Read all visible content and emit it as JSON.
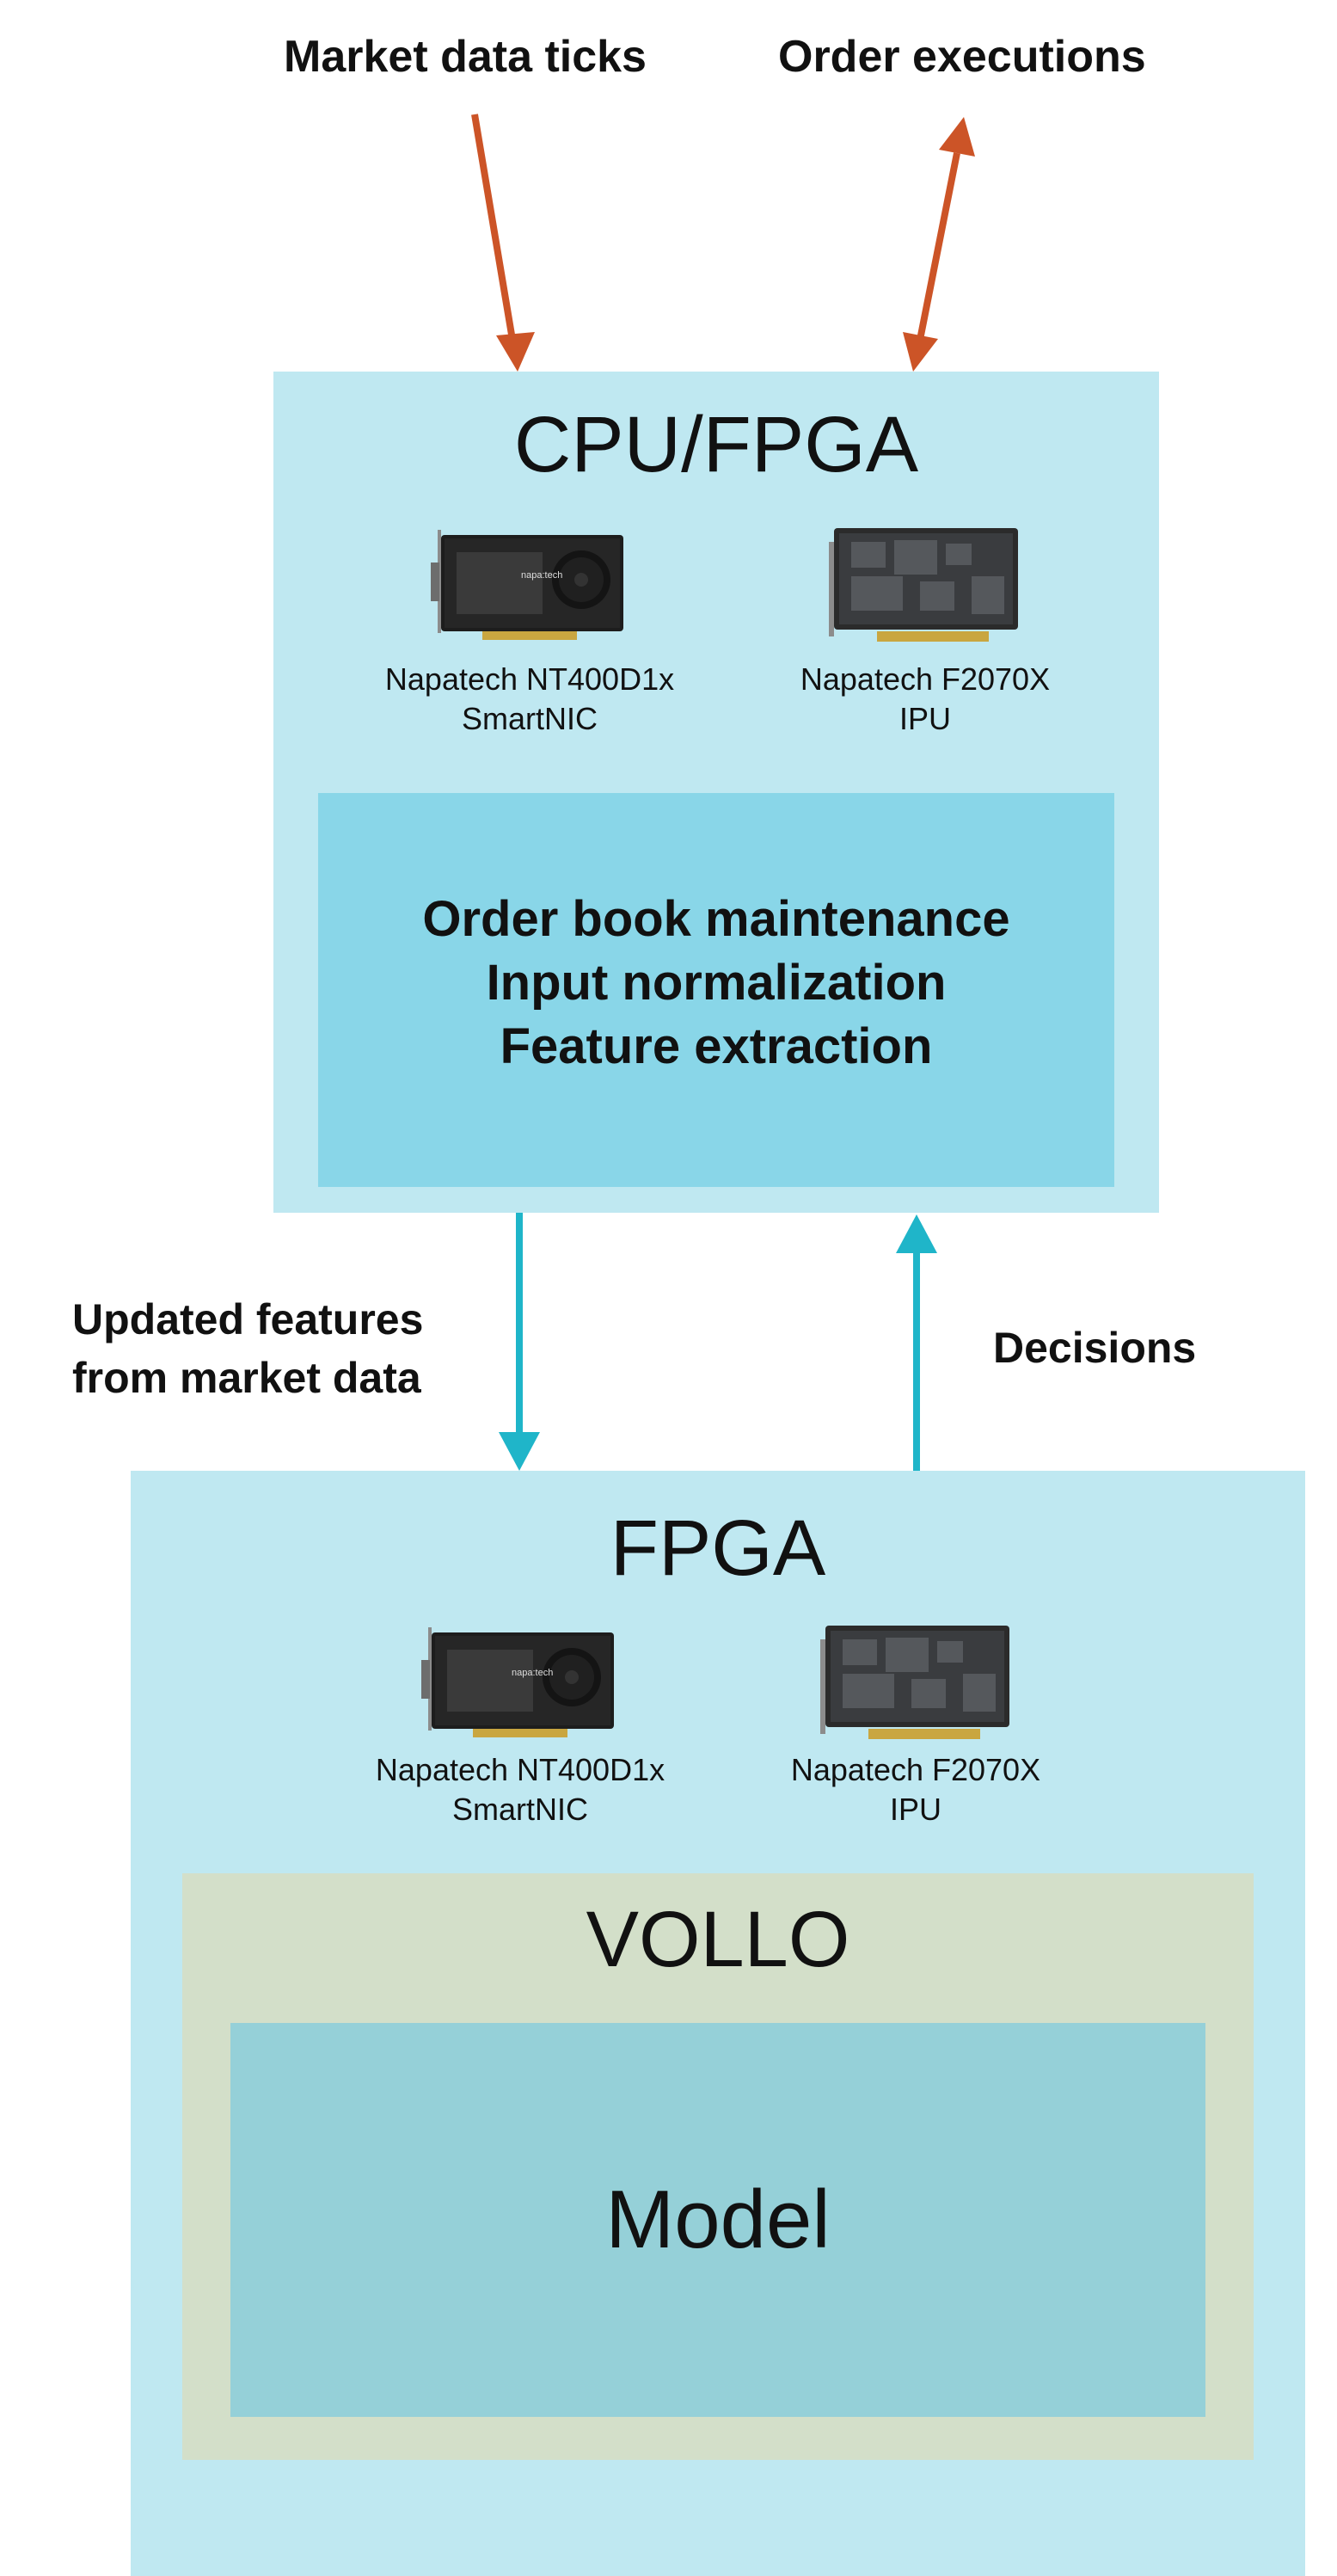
{
  "inputs": {
    "market_label": "Market data ticks",
    "orders_label": "Order executions"
  },
  "cpu_box": {
    "title": "CPU/FPGA",
    "cards": [
      {
        "line1": "Napatech NT400D1x",
        "line2": "SmartNIC"
      },
      {
        "line1": "Napatech F2070X",
        "line2": "IPU"
      }
    ],
    "tasks": [
      "Order book maintenance",
      "Input normalization",
      "Feature extraction"
    ]
  },
  "links": {
    "features_line1": "Updated features",
    "features_line2": "from market data",
    "decisions": "Decisions"
  },
  "fpga_box": {
    "title": "FPGA",
    "cards": [
      {
        "line1": "Napatech NT400D1x",
        "line2": "SmartNIC"
      },
      {
        "line1": "Napatech F2070X",
        "line2": "IPU"
      }
    ],
    "vollo_title": "VOLLO",
    "model_label": "Model"
  },
  "colors": {
    "io_arrow": "#cc5427",
    "link_arrow": "#1fb5c9",
    "outer_box": "#bfe8f1",
    "inner_box": "#89d6e8",
    "vollo_box": "#d3dfc9",
    "model_box": "#95d0d8"
  }
}
